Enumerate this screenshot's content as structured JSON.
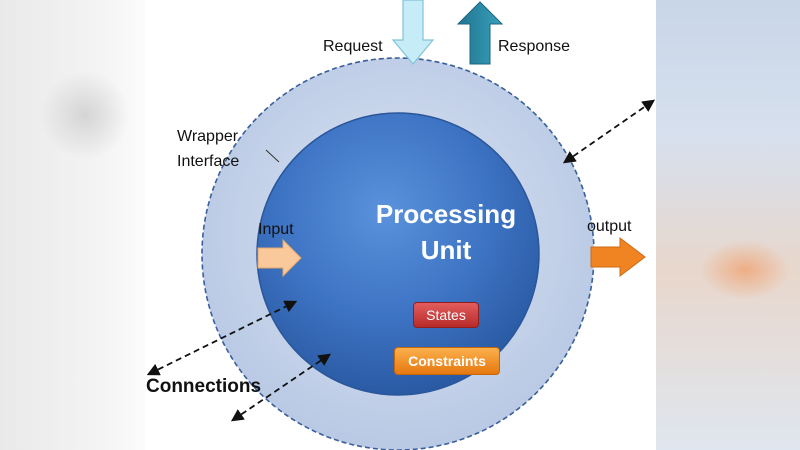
{
  "labels": {
    "request": "Request",
    "response": "Response",
    "wrapper_line1": "Wrapper",
    "wrapper_line2": "Interface",
    "input": "Input",
    "output": "output",
    "processing_line1": "Processing",
    "processing_line2": "Unit",
    "states": "States",
    "constraints": "Constraints",
    "connections": "Connections"
  },
  "colors": {
    "outer_ring": "#c6d4ea",
    "inner_circle": "#3f76c4",
    "input_arrow": "#f8c594",
    "output_arrow": "#f08020",
    "request_arrow": "#bfe6f4",
    "response_arrow": "#2e8ba5",
    "states_badge": "#c03030",
    "constraints_badge": "#f08a1c"
  }
}
